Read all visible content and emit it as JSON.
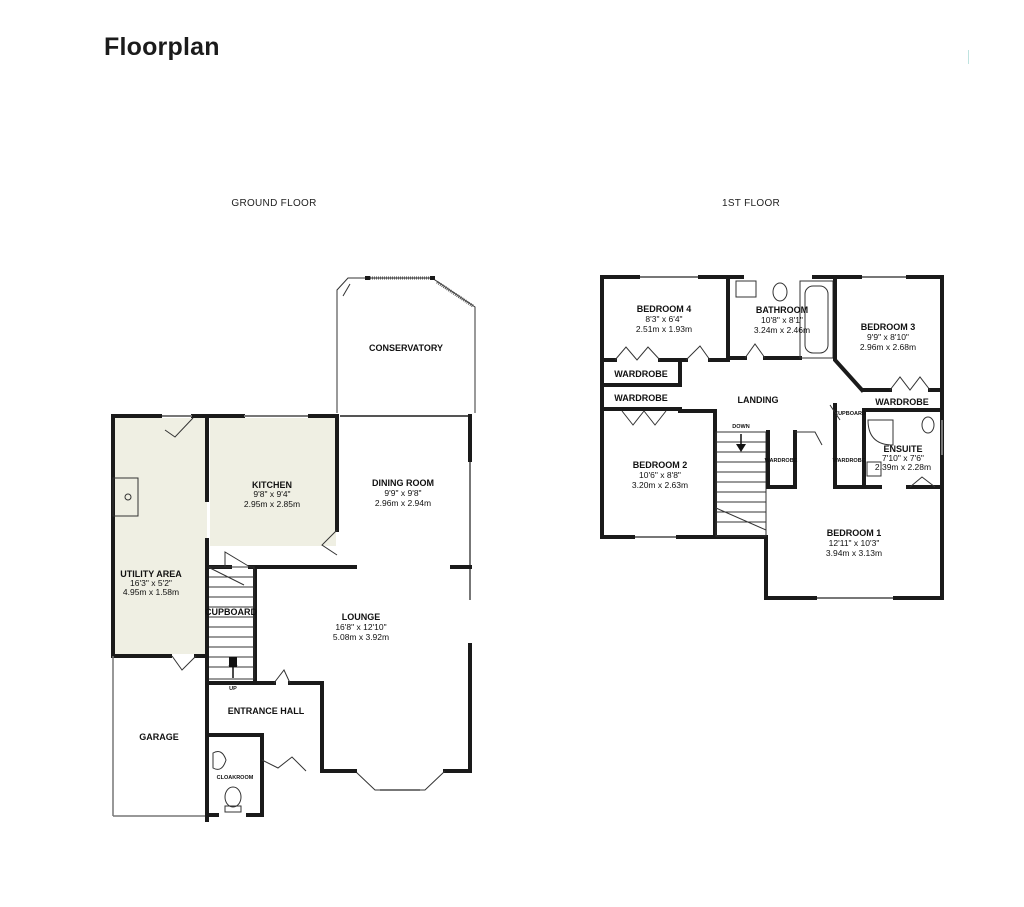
{
  "title": "Floorplan",
  "floors": {
    "ground": {
      "label": "GROUND FLOOR",
      "rooms": {
        "conservatory": {
          "name": "CONSERVATORY"
        },
        "kitchen": {
          "name": "KITCHEN",
          "imperial": "9'8\" x 9'4\"",
          "metric": "2.95m x 2.85m"
        },
        "dining_room": {
          "name": "DINING ROOM",
          "imperial": "9'9\" x 9'8\"",
          "metric": "2.96m x 2.94m"
        },
        "utility_area": {
          "name": "UTILITY AREA",
          "imperial": "16'3\" x 5'2\"",
          "metric": "4.95m x 1.58m"
        },
        "cupboard": {
          "name": "CUPBOARD"
        },
        "lounge": {
          "name": "LOUNGE",
          "imperial": "16'8\" x 12'10\"",
          "metric": "5.08m x 3.92m"
        },
        "entrance_hall": {
          "name": "ENTRANCE HALL"
        },
        "garage": {
          "name": "GARAGE"
        },
        "cloakroom": {
          "name": "CLOAKROOM"
        },
        "up": "UP"
      }
    },
    "first": {
      "label": "1ST FLOOR",
      "rooms": {
        "bedroom4": {
          "name": "BEDROOM 4",
          "imperial": "8'3\" x 6'4\"",
          "metric": "2.51m x 1.93m"
        },
        "bathroom": {
          "name": "BATHROOM",
          "imperial": "10'8\" x 8'1\"",
          "metric": "3.24m x 2.46m"
        },
        "bedroom3": {
          "name": "BEDROOM 3",
          "imperial": "9'9\" x 8'10\"",
          "metric": "2.96m x 2.68m"
        },
        "wardrobe_b4": {
          "name": "WARDROBE"
        },
        "wardrobe_b2": {
          "name": "WARDROBE"
        },
        "landing": {
          "name": "LANDING"
        },
        "wardrobe_b3": {
          "name": "WARDROBE"
        },
        "cupboard_landing": {
          "name": "CUPBOARD"
        },
        "ensuite": {
          "name": "ENSUITE",
          "imperial": "7'10\" x 7'6\"",
          "metric": "2.39m x 2.28m"
        },
        "bedroom2": {
          "name": "BEDROOM 2",
          "imperial": "10'6\" x 8'8\"",
          "metric": "3.20m x 2.63m"
        },
        "bedroom1": {
          "name": "BEDROOM 1",
          "imperial": "12'11\" x 10'3\"",
          "metric": "3.94m x 3.13m"
        },
        "wardrobe_small1": {
          "name": "WARDROBE"
        },
        "wardrobe_small2": {
          "name": "WARDROBE"
        },
        "down": "DOWN"
      }
    }
  }
}
